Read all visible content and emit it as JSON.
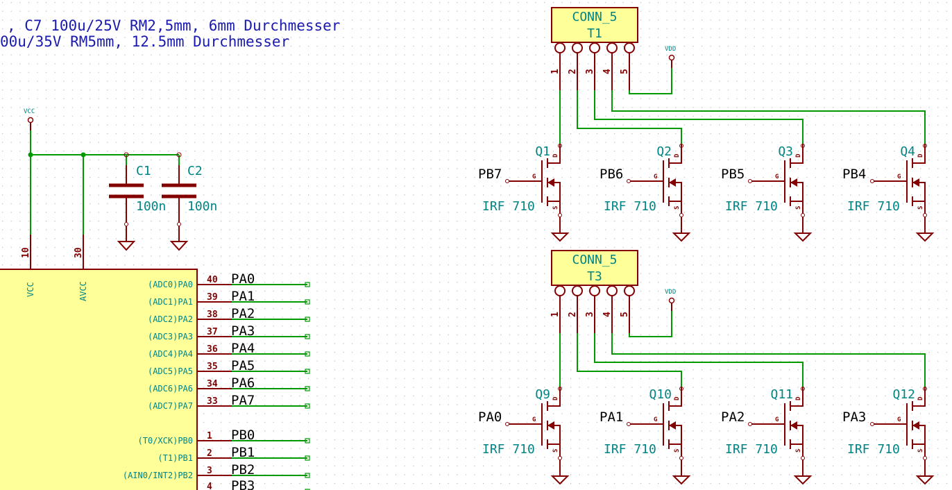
{
  "notes": [
    ", C7 100u/25V RM2,5mm, 6mm Durchmesser",
    "00u/35V RM5mm, 12.5mm Durchmesser"
  ],
  "power": {
    "vcc": "VCC",
    "vdd": "VDD"
  },
  "capacitors": [
    {
      "ref": "C1",
      "value": "100n"
    },
    {
      "ref": "C2",
      "value": "100n"
    }
  ],
  "mcu": {
    "power_pins": [
      {
        "num": "10",
        "name": "VCC"
      },
      {
        "num": "30",
        "name": "AVCC"
      }
    ],
    "pins": [
      {
        "num": "40",
        "name": "(ADC0)PA0",
        "net": "PA0"
      },
      {
        "num": "39",
        "name": "(ADC1)PA1",
        "net": "PA1"
      },
      {
        "num": "38",
        "name": "(ADC2)PA2",
        "net": "PA2"
      },
      {
        "num": "37",
        "name": "(ADC3)PA3",
        "net": "PA3"
      },
      {
        "num": "36",
        "name": "(ADC4)PA4",
        "net": "PA4"
      },
      {
        "num": "35",
        "name": "(ADC5)PA5",
        "net": "PA5"
      },
      {
        "num": "34",
        "name": "(ADC6)PA6",
        "net": "PA6"
      },
      {
        "num": "33",
        "name": "(ADC7)PA7",
        "net": "PA7"
      },
      {
        "num": "1",
        "name": "(T0/XCK)PB0",
        "net": "PB0"
      },
      {
        "num": "2",
        "name": "(T1)PB1",
        "net": "PB1"
      },
      {
        "num": "3",
        "name": "(AIN0/INT2)PB2",
        "net": "PB2"
      },
      {
        "num": "4",
        "name": "",
        "net": "PB3"
      }
    ]
  },
  "connectors": [
    {
      "type": "CONN_5",
      "ref": "T1",
      "pins": [
        "1",
        "2",
        "3",
        "4",
        "5"
      ],
      "mosfets": [
        {
          "ref": "Q1",
          "gate": "PB7",
          "value": "IRF 710"
        },
        {
          "ref": "Q2",
          "gate": "PB6",
          "value": "IRF 710"
        },
        {
          "ref": "Q3",
          "gate": "PB5",
          "value": "IRF 710"
        },
        {
          "ref": "Q4",
          "gate": "PB4",
          "value": "IRF 710"
        }
      ]
    },
    {
      "type": "CONN_5",
      "ref": "T3",
      "pins": [
        "1",
        "2",
        "3",
        "4",
        "5"
      ],
      "mosfets": [
        {
          "ref": "Q9",
          "gate": "PA0",
          "value": "IRF 710"
        },
        {
          "ref": "Q10",
          "gate": "PA1",
          "value": "IRF 710"
        },
        {
          "ref": "Q11",
          "gate": "PA2",
          "value": "IRF 710"
        },
        {
          "ref": "Q12",
          "gate": "PA3",
          "value": "IRF 710"
        }
      ]
    }
  ],
  "mosfet_pins": {
    "g": "G",
    "d": "D",
    "s": "S"
  }
}
